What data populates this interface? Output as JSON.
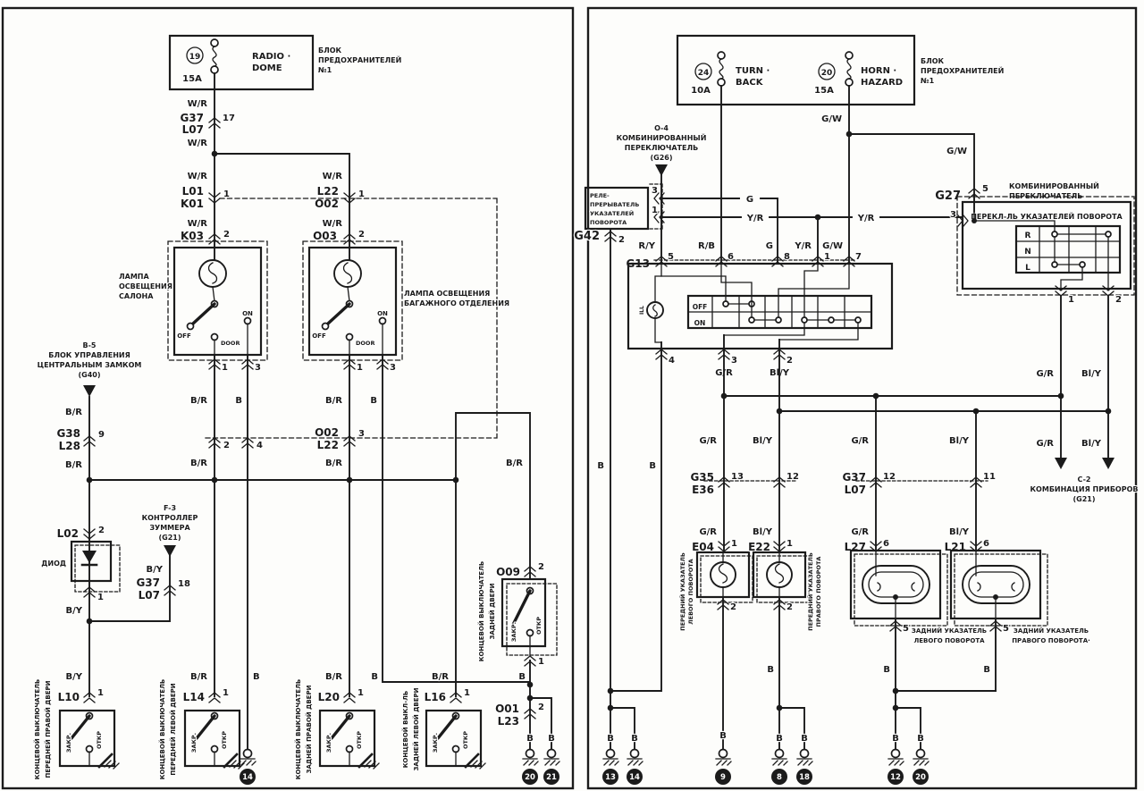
{
  "shared": {
    "fusebox": {
      "l1": "БЛОК",
      "l2": "ПРЕДОХРАНИТЕЛЕЙ",
      "l3": "№1"
    },
    "off": "OFF",
    "on": "ON",
    "door": "DOOR",
    "zakr": "ЗАКР.",
    "otkr": "ОТКР"
  },
  "wire": {
    "wr": "W/R",
    "br": "B/R",
    "b": "B",
    "by": "B/Y",
    "gw": "G/W",
    "g": "G",
    "yr": "Y/R",
    "ry": "R/Y",
    "rb": "R/B",
    "gr": "G/R",
    "bly": "Bl/Y"
  },
  "pin": {
    "p1": "1",
    "p2": "2",
    "p3": "3",
    "p4": "4",
    "p5": "5",
    "p6": "6",
    "p7": "7",
    "p8": "8",
    "p9": "9",
    "p11": "11",
    "p12": "12",
    "p13": "13",
    "p17": "17",
    "p18": "18"
  },
  "conn": {
    "g37": "G37",
    "l07": "L07",
    "l01": "L01",
    "k01": "K01",
    "l22": "L22",
    "o02": "O02",
    "k03": "K03",
    "o03": "O03",
    "g38": "G38",
    "l28": "L28",
    "l02": "L02",
    "l10": "L10",
    "l14": "L14",
    "l20": "L20",
    "l16": "L16",
    "o09": "O09",
    "o01": "O01",
    "l23": "L23",
    "g42": "G42",
    "g13": "G13",
    "g35": "G35",
    "e36": "E36",
    "e04": "E04",
    "e22": "E22",
    "l27": "L27",
    "l21": "L21",
    "g27": "G27"
  },
  "left": {
    "fuse": {
      "id": "19",
      "amp": "15A",
      "name1": "RADIO ·",
      "name2": "DOME"
    },
    "lamp_salon": {
      "l1": "ЛАМПА",
      "l2": "ОСВЕЩЕНИЯ",
      "l3": "САЛОНА"
    },
    "lamp_trunk": {
      "l1": "ЛАМПА ОСВЕЩЕНИЯ",
      "l2": "БАГАЖНОГО ОТДЕЛЕНИЯ"
    },
    "b5": {
      "l1": "B-5",
      "l2": "БЛОК УПРАВЛЕНИЯ",
      "l3": "ЦЕНТРАЛЬНЫМ ЗАМКОМ",
      "l4": "(G40)"
    },
    "f3": {
      "l1": "F-3",
      "l2": "КОНТРОЛЛЕР",
      "l3": "ЗУММЕРА",
      "l4": "(G21)"
    },
    "diode": "ДИОД",
    "doors": {
      "fr_right": {
        "l1": "КОНЦЕВОЙ ВЫКЛЮЧАТЕЛЬ",
        "l2": "ПЕРЕДНЕЙ ПРАВОЙ ДВЕРИ"
      },
      "fr_left": {
        "l1": "КОНЦЕВОЙ ВЫКЛЮЧАТЕЛЬ",
        "l2": "ПЕРЕДНЕЙ ЛЕВОЙ ДВЕРИ"
      },
      "rr_right": {
        "l1": "КОНЦЕВОЙ ВЫКЛЮЧАТЕЛЬ",
        "l2": "ЗАДНЕЙ ПРАВОЙ ДВЕРИ"
      },
      "rr_left": {
        "l1": "КОНЦЕВОЙ ВЫКЛ-ЛЬ",
        "l2": "ЗАДНЕЙ ЛЕВОЙ ДВЕРИ"
      },
      "tailgate": {
        "l1": "КОНЦЕВОЙ ВЫКЛЮЧАТЕЛЬ",
        "l2": "ЗАДНЕЙ ДВЕРИ"
      }
    },
    "grounds": {
      "g14": "14",
      "g20": "20",
      "g21": "21"
    }
  },
  "right": {
    "fuse1": {
      "id": "24",
      "amp": "10A",
      "name1": "TURN ·",
      "name2": "BACK"
    },
    "fuse2": {
      "id": "20",
      "amp": "15A",
      "name1": "HORN ·",
      "name2": "HAZARD"
    },
    "o4": {
      "l1": "O-4",
      "l2": "КОМБИНИРОВАННЫЙ",
      "l3": "ПЕРЕКЛЮЧАТЕЛЬ",
      "l4": "(G26)"
    },
    "relay": {
      "l1": "РЕЛЕ-",
      "l2": "ПРЕРЫВАТЕЛЬ",
      "l3": "УКАЗАТЕЛЕЙ",
      "l4": "ПОВОРОТА"
    },
    "ill": "ILL",
    "comb": {
      "l1": "КОМБИНИРОВАННЫЙ",
      "l2": "ПЕРЕКЛЮЧАТЕЛЬ"
    },
    "turn_title": "ПЕРЕКЛ-ЛЬ УКАЗАТЕЛЕЙ ПОВОРОТА",
    "rows": {
      "r": "R",
      "n": "N",
      "l": "L"
    },
    "c2": {
      "l1": "C-2",
      "l2": "КОМБИНАЦИЯ ПРИБОРОВ",
      "l3": "(G21)"
    },
    "ind_fl": {
      "l1": "ПЕРЕДНИЙ УКАЗАТЕЛЬ",
      "l2": "ЛЕВОГО ПОВОРОТА"
    },
    "ind_fr": {
      "l1": "ПЕРЕДНИЙ УКАЗАТЕЛЬ",
      "l2": "ПРАВОГО ПОВОРОТА"
    },
    "ind_rl": {
      "l1": "ЗАДНИЙ УКАЗАТЕЛЬ",
      "l2": "ЛЕВОГО ПОВОРОТА"
    },
    "ind_rr": {
      "l1": "ЗАДНИЙ УКАЗАТЕЛЬ",
      "l2": "ПРАВОГО ПОВОРОТА·"
    },
    "grounds": {
      "a": "13",
      "b": "14",
      "c": "9",
      "d": "8",
      "e": "18",
      "f": "12",
      "g": "20"
    }
  }
}
